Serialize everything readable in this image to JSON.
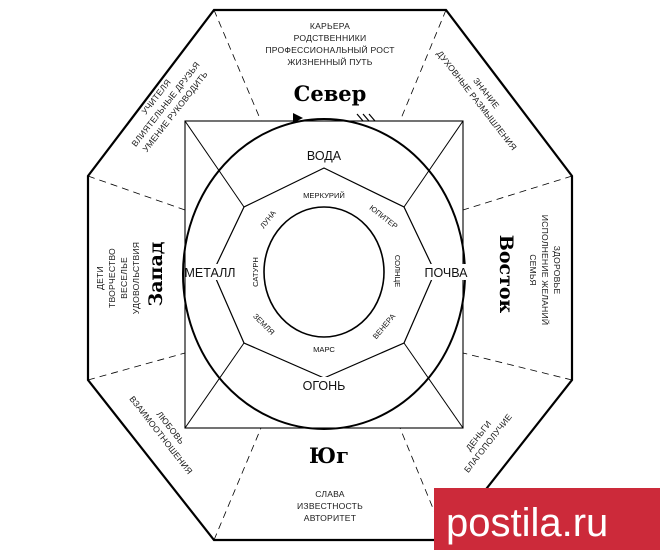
{
  "directions": {
    "north": "Север",
    "east": "Восток",
    "south": "Юг",
    "west": "Запад"
  },
  "sectors": {
    "north": [
      "КАРЬЕРА",
      "РОДСТВЕННИКИ",
      "ПРОФЕССИОНАЛЬНЫЙ РОСТ",
      "ЖИЗНЕННЫЙ ПУТЬ"
    ],
    "northeast": [
      "ЗНАНИЕ",
      "ДУХОВНЫЕ РАЗМЫШЛЕНИЯ"
    ],
    "east": [
      "ЗДОРОВЬЕ",
      "ИСПОЛНЕНИЕ ЖЕЛАНИЙ",
      "СЕМЬЯ"
    ],
    "southeast": [
      "ДЕНЬГИ",
      "БЛАГОПОЛУЧИЕ"
    ],
    "south": [
      "СЛАВА",
      "ИЗВЕСТНОСТЬ",
      "АВТОРИТЕТ"
    ],
    "southwest": [
      "ЛЮБОВЬ",
      "ВЗАИМООТНОШЕНИЯ"
    ],
    "west": [
      "ДЕТИ",
      "ТВОРЧЕСТВО",
      "ВЕСЕЛЬЕ",
      "УДОВОЛЬСТВИЯ"
    ],
    "northwest": [
      "УЧИТЕЛЯ",
      "ВЛИЯТЕЛЬНЫЕ ДРУЗЬЯ",
      "УМЕНИЕ РУКОВОДИТЬ"
    ]
  },
  "elements": {
    "water": "ВОДА",
    "soil": "ПОЧВА",
    "fire": "ОГОНЬ",
    "metal": "МЕТАЛЛ"
  },
  "planets": {
    "mercury": "МЕРКУРИЙ",
    "jupiter": "ЮПИТЕР",
    "sun": "СОЛНЦЕ",
    "venus": "ВЕНЕРА",
    "mars": "МАРС",
    "earth": "ЗЕМЛЯ",
    "saturn": "САТУРН",
    "moon": "ЛУНА"
  },
  "watermark": {
    "text": "postila.ru",
    "color": "#cc2a3a"
  }
}
